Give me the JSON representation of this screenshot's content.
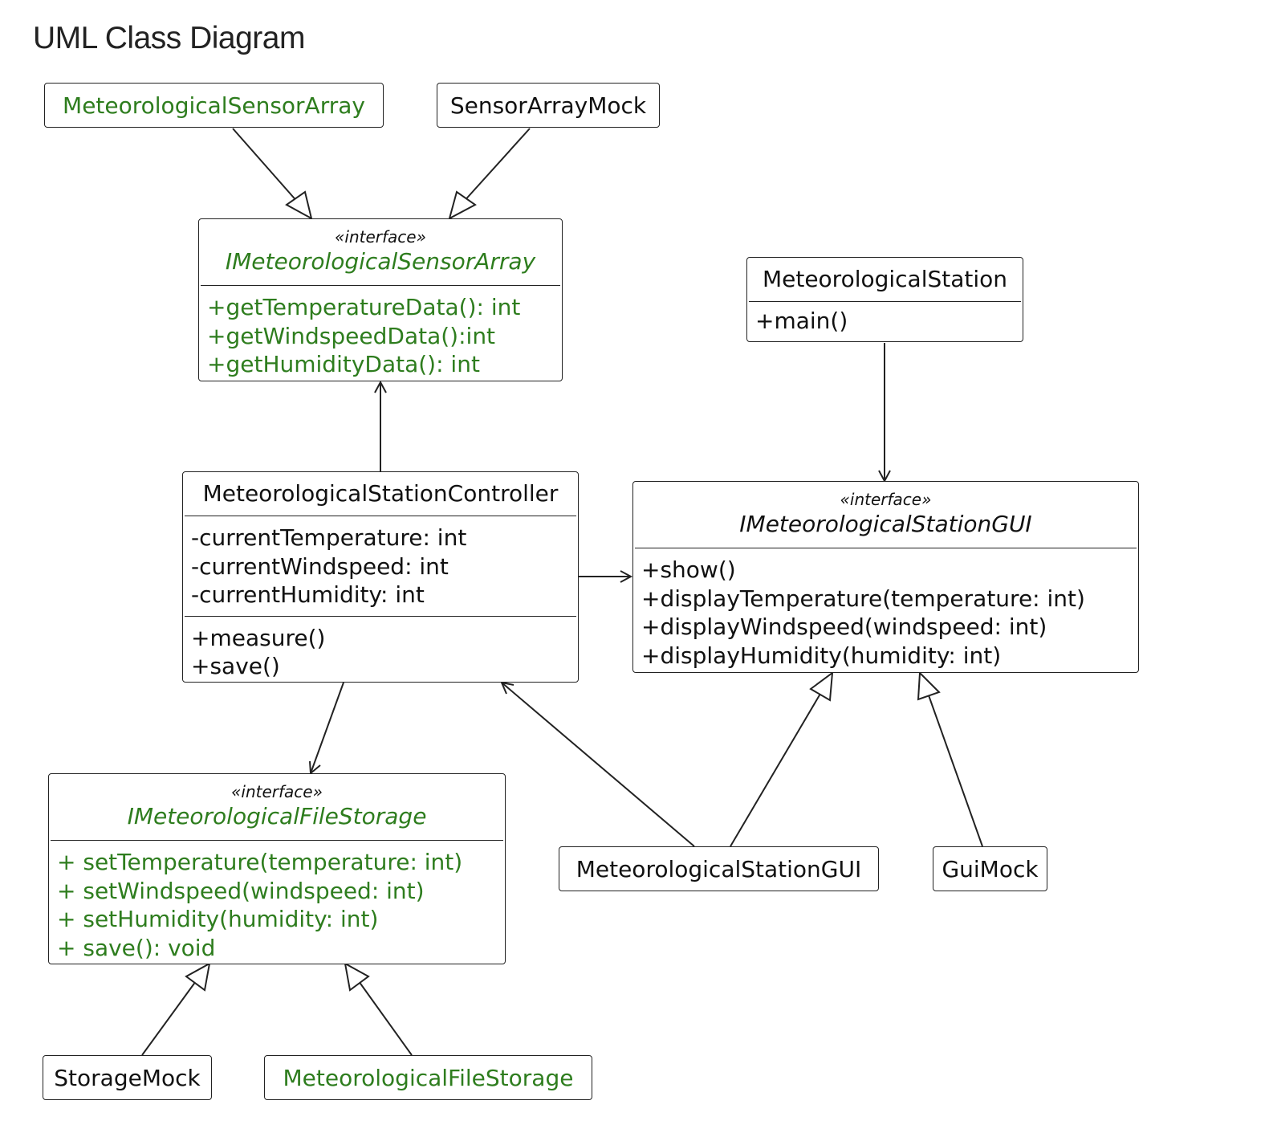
{
  "title": "UML Class Diagram",
  "colors": {
    "green": "#2e7d1e",
    "black": "#111111",
    "line": "#222222"
  },
  "nodes": {
    "sensor_array": {
      "name": "MeteorologicalSensorArray"
    },
    "sensor_mock": {
      "name": "SensorArrayMock"
    },
    "isensor": {
      "stereotype": "«interface»",
      "name": "IMeteorologicalSensorArray",
      "methods": [
        "+getTemperatureData(): int",
        "+getWindspeedData():int",
        "+getHumidityData(): int"
      ]
    },
    "station": {
      "name": "MeteorologicalStation",
      "methods": [
        "+main()"
      ]
    },
    "controller": {
      "name": "MeteorologicalStationController",
      "attributes": [
        "-currentTemperature: int",
        "-currentWindspeed: int",
        "-currentHumidity: int"
      ],
      "methods": [
        "+measure()",
        "+save()"
      ]
    },
    "igui": {
      "stereotype": "«interface»",
      "name": "IMeteorologicalStationGUI",
      "methods": [
        "+show()",
        "+displayTemperature(temperature: int)",
        "+displayWindspeed(windspeed: int)",
        "+displayHumidity(humidity: int)"
      ]
    },
    "istorage": {
      "stereotype": "«interface»",
      "name": "IMeteorologicalFileStorage",
      "methods": [
        "+ setTemperature(temperature: int)",
        "+ setWindspeed(windspeed: int)",
        "+ setHumidity(humidity: int)",
        "+ save(): void"
      ]
    },
    "gui": {
      "name": "MeteorologicalStationGUI"
    },
    "gui_mock": {
      "name": "GuiMock"
    },
    "storage_mock": {
      "name": "StorageMock"
    },
    "file_storage": {
      "name": "MeteorologicalFileStorage"
    }
  },
  "relations": [
    {
      "from": "MeteorologicalSensorArray",
      "to": "IMeteorologicalSensorArray",
      "kind": "realization"
    },
    {
      "from": "SensorArrayMock",
      "to": "IMeteorologicalSensorArray",
      "kind": "realization"
    },
    {
      "from": "MeteorologicalStationController",
      "to": "IMeteorologicalSensorArray",
      "kind": "association"
    },
    {
      "from": "MeteorologicalStation",
      "to": "IMeteorologicalStationGUI",
      "kind": "association"
    },
    {
      "from": "MeteorologicalStationController",
      "to": "IMeteorologicalStationGUI",
      "kind": "association"
    },
    {
      "from": "MeteorologicalStationController",
      "to": "IMeteorologicalFileStorage",
      "kind": "association"
    },
    {
      "from": "MeteorologicalStationGUI",
      "to": "MeteorologicalStationController",
      "kind": "association"
    },
    {
      "from": "MeteorologicalStationGUI",
      "to": "IMeteorologicalStationGUI",
      "kind": "realization"
    },
    {
      "from": "GuiMock",
      "to": "IMeteorologicalStationGUI",
      "kind": "realization"
    },
    {
      "from": "StorageMock",
      "to": "IMeteorologicalFileStorage",
      "kind": "realization"
    },
    {
      "from": "MeteorologicalFileStorage",
      "to": "IMeteorologicalFileStorage",
      "kind": "realization"
    }
  ]
}
